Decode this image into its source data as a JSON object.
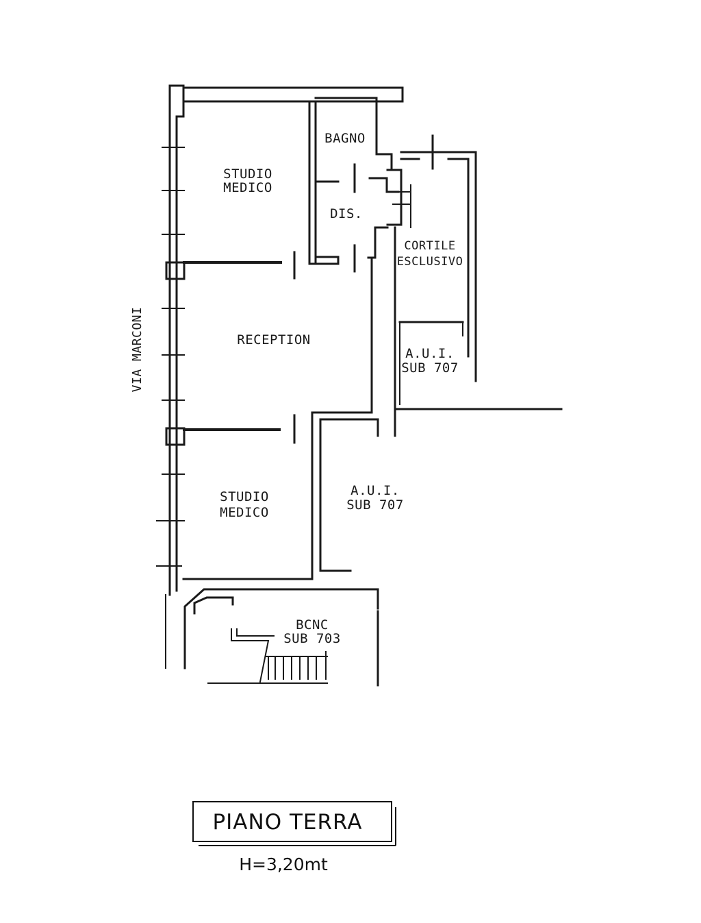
{
  "plan": {
    "street": "VIA MARCONI",
    "rooms": {
      "studio_top": [
        "STUDIO",
        "MEDICO"
      ],
      "bagno": "BAGNO",
      "dis": "DIS.",
      "cortile": [
        "CORTILE",
        "ESCLUSIVO"
      ],
      "reception": "RECEPTION",
      "aui_small": [
        "A.U.I.",
        "SUB 707"
      ],
      "studio_bottom": [
        "STUDIO",
        "MEDICO"
      ],
      "aui_large": [
        "A.U.I.",
        "SUB 707"
      ],
      "bcnc": [
        "BCNC",
        "SUB 703"
      ]
    }
  },
  "title": {
    "floor": "PIANO TERRA",
    "height": "H=3,20mt"
  }
}
